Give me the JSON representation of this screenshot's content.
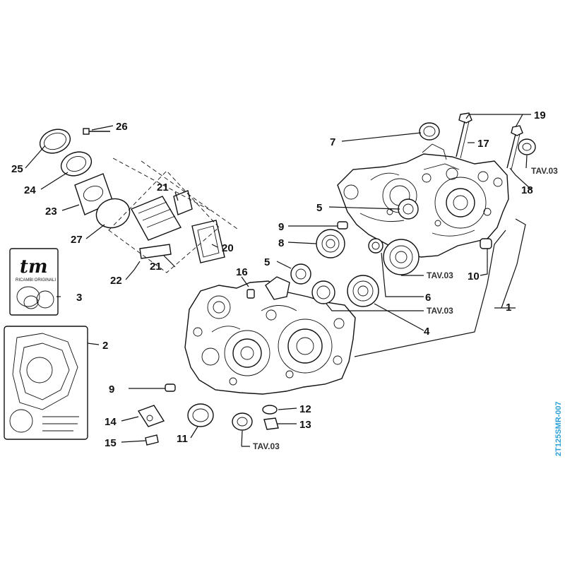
{
  "callouts": [
    "1",
    "2",
    "3",
    "4",
    "5",
    "5",
    "6",
    "7",
    "8",
    "9",
    "9",
    "10",
    "11",
    "12",
    "13",
    "14",
    "15",
    "16",
    "17",
    "18",
    "19",
    "20",
    "21",
    "21",
    "22",
    "23",
    "24",
    "25",
    "26",
    "27"
  ],
  "refs": [
    "TAV.03",
    "TAV.03",
    "TAV.03",
    "TAV.03"
  ],
  "drawing_code": "2T125SMR-007",
  "kit_logo": {
    "brand": "tm",
    "subtitle": "RICAMBI ORIGINALI"
  }
}
